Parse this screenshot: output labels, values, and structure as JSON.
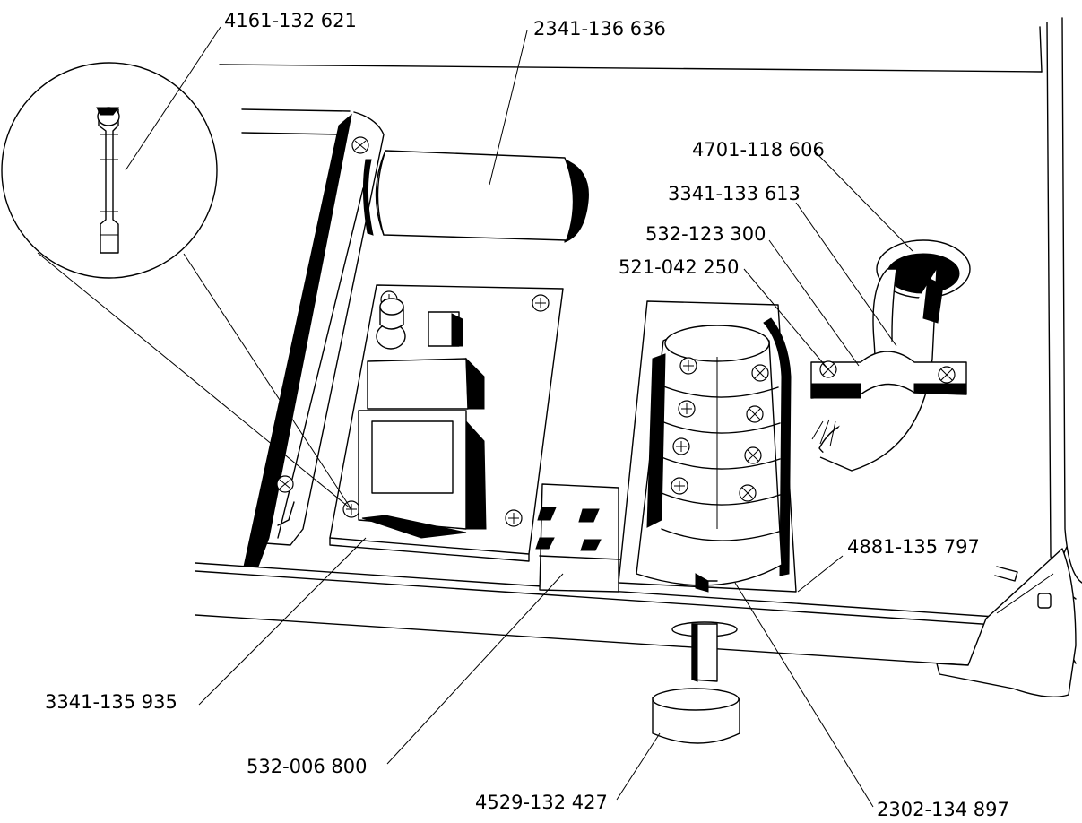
{
  "figure": {
    "labels": [
      {
        "id": "zoom_part",
        "text": "4161-132 621"
      },
      {
        "id": "capacitor",
        "text": "2341-136 636"
      },
      {
        "id": "grommet",
        "text": "4701-118 606"
      },
      {
        "id": "hose",
        "text": "3341-133 613"
      },
      {
        "id": "clamp",
        "text": "532-123 300"
      },
      {
        "id": "clamp_screw",
        "text": "521-042 250"
      },
      {
        "id": "terminal_plate",
        "text": "4881-135 797"
      },
      {
        "id": "circuit_board",
        "text": "3341-135 935"
      },
      {
        "id": "connector",
        "text": "532-006 800"
      },
      {
        "id": "knob",
        "text": "4529-132 427"
      },
      {
        "id": "selector_switch",
        "text": "2302-134 897"
      }
    ]
  }
}
